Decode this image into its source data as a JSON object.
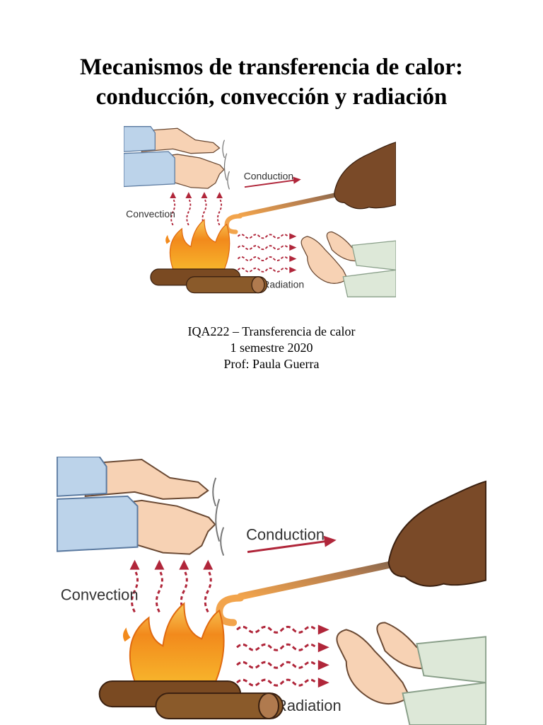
{
  "title": {
    "line1": "Mecanismos de transferencia de calor:",
    "line2": "conducción, convección y radiación"
  },
  "course": {
    "code_name": "IQA222 – Transferencia de calor",
    "semester": "1 semestre 2020",
    "professor": "Prof: Paula Guerra"
  },
  "figure": {
    "conduction": "Conduction",
    "convection": "Convection",
    "radiation": "Radiation"
  },
  "colors": {
    "arrow": "#b0263a",
    "flame": "#f28a1c",
    "wood": "#7a4a22",
    "skin_light": "#f7d2b4",
    "skin_dark": "#7a4a28",
    "sleeve_blue": "#bcd3ea",
    "sleeve_green": "#dde8d8"
  }
}
